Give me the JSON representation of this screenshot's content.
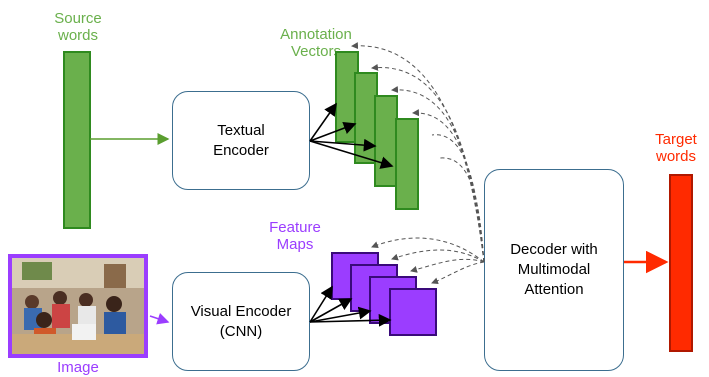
{
  "labels": {
    "source_words_1": "Source",
    "source_words_2": "words",
    "annotation_1": "Annotation",
    "annotation_2": "Vectors",
    "feature_1": "Feature",
    "feature_2": "Maps",
    "target_1": "Target",
    "target_2": "words",
    "image": "Image"
  },
  "boxes": {
    "textual_encoder_1": "Textual",
    "textual_encoder_2": "Encoder",
    "visual_encoder_1": "Visual Encoder",
    "visual_encoder_2": "(CNN)",
    "decoder_1": "Decoder with",
    "decoder_2": "Multimodal",
    "decoder_3": "Attention"
  },
  "colors": {
    "green": "#6ab04c",
    "green_border": "#2f8a1f",
    "purple": "#9b3dff",
    "red": "#ff2a00",
    "box_border": "#3c6e8f"
  }
}
